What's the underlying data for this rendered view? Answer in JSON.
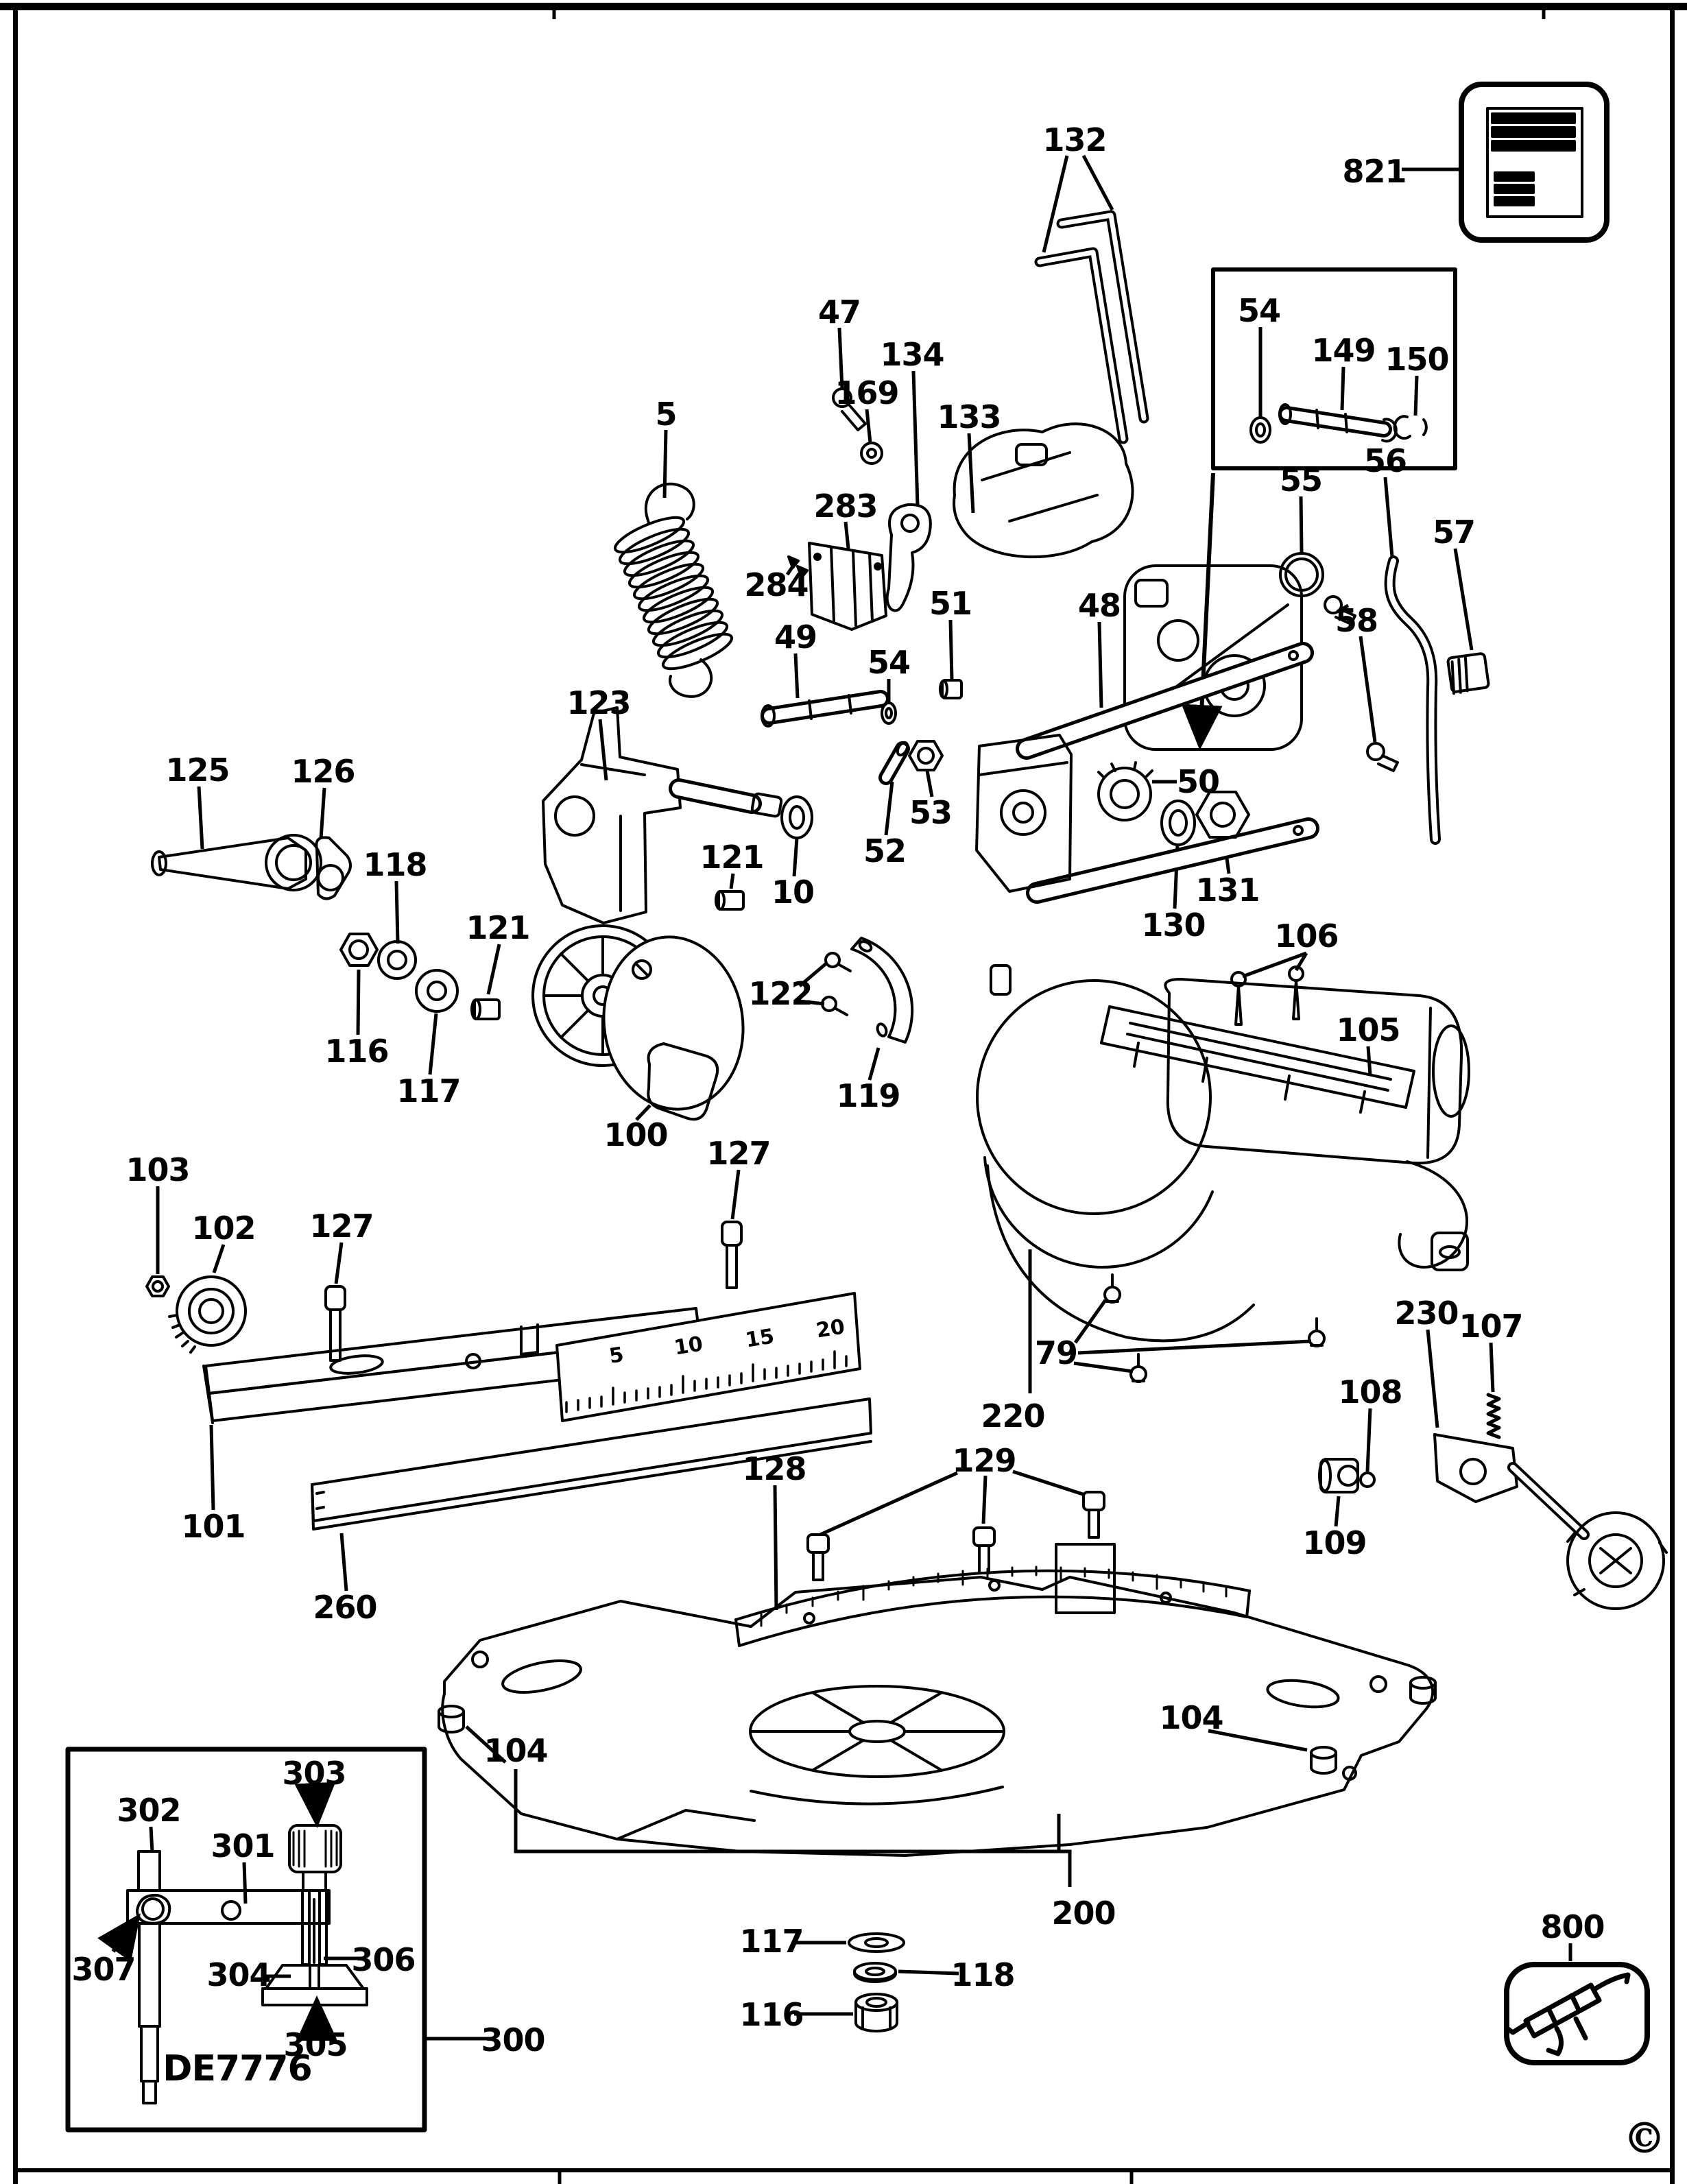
{
  "document": {
    "type": "exploded parts diagram",
    "inset_model_label": "DE7776",
    "copyright": "©",
    "colors": {
      "ink": "#000000",
      "paper": "#ffffff"
    }
  },
  "icons": {
    "part_821": "label-sticker-icon",
    "part_800": "caulk-gun-icon"
  },
  "scale": {
    "n5": "5",
    "n10": "10",
    "n15": "15",
    "n20": "20"
  },
  "copyright": "©",
  "callouts": [
    {
      "id": "5",
      "label": "5"
    },
    {
      "id": "47",
      "label": "47"
    },
    {
      "id": "169",
      "label": "169"
    },
    {
      "id": "134",
      "label": "134"
    },
    {
      "id": "133",
      "label": "133"
    },
    {
      "id": "132",
      "label": "132"
    },
    {
      "id": "821",
      "label": "821"
    },
    {
      "id": "54-box",
      "label": "54"
    },
    {
      "id": "149",
      "label": "149"
    },
    {
      "id": "150",
      "label": "150"
    },
    {
      "id": "283",
      "label": "283"
    },
    {
      "id": "284",
      "label": "284"
    },
    {
      "id": "49",
      "label": "49"
    },
    {
      "id": "54",
      "label": "54"
    },
    {
      "id": "51",
      "label": "51"
    },
    {
      "id": "48",
      "label": "48"
    },
    {
      "id": "55",
      "label": "55"
    },
    {
      "id": "56",
      "label": "56"
    },
    {
      "id": "57",
      "label": "57"
    },
    {
      "id": "58",
      "label": "58"
    },
    {
      "id": "50",
      "label": "50"
    },
    {
      "id": "52",
      "label": "52"
    },
    {
      "id": "53",
      "label": "53"
    },
    {
      "id": "10",
      "label": "10"
    },
    {
      "id": "121-mid",
      "label": "121"
    },
    {
      "id": "122",
      "label": "122"
    },
    {
      "id": "119",
      "label": "119"
    },
    {
      "id": "100",
      "label": "100"
    },
    {
      "id": "123",
      "label": "123"
    },
    {
      "id": "125",
      "label": "125"
    },
    {
      "id": "126",
      "label": "126"
    },
    {
      "id": "118-left",
      "label": "118"
    },
    {
      "id": "121-left",
      "label": "121"
    },
    {
      "id": "116-left",
      "label": "116"
    },
    {
      "id": "117-left",
      "label": "117"
    },
    {
      "id": "130",
      "label": "130"
    },
    {
      "id": "131",
      "label": "131"
    },
    {
      "id": "106",
      "label": "106"
    },
    {
      "id": "105",
      "label": "105"
    },
    {
      "id": "103",
      "label": "103"
    },
    {
      "id": "102",
      "label": "102"
    },
    {
      "id": "127-left",
      "label": "127"
    },
    {
      "id": "127-mid",
      "label": "127"
    },
    {
      "id": "101",
      "label": "101"
    },
    {
      "id": "260",
      "label": "260"
    },
    {
      "id": "79",
      "label": "79"
    },
    {
      "id": "220",
      "label": "220"
    },
    {
      "id": "108",
      "label": "108"
    },
    {
      "id": "230",
      "label": "230"
    },
    {
      "id": "107",
      "label": "107"
    },
    {
      "id": "109",
      "label": "109"
    },
    {
      "id": "128",
      "label": "128"
    },
    {
      "id": "129",
      "label": "129"
    },
    {
      "id": "104-left",
      "label": "104"
    },
    {
      "id": "104-right",
      "label": "104"
    },
    {
      "id": "200",
      "label": "200"
    },
    {
      "id": "117-bottom",
      "label": "117"
    },
    {
      "id": "118-bottom",
      "label": "118"
    },
    {
      "id": "116-bottom",
      "label": "116"
    },
    {
      "id": "300",
      "label": "300"
    },
    {
      "id": "302",
      "label": "302"
    },
    {
      "id": "301",
      "label": "301"
    },
    {
      "id": "303",
      "label": "303"
    },
    {
      "id": "307",
      "label": "307"
    },
    {
      "id": "304",
      "label": "304"
    },
    {
      "id": "306",
      "label": "306"
    },
    {
      "id": "305",
      "label": "305"
    },
    {
      "id": "DE7776",
      "label": "DE7776"
    },
    {
      "id": "800",
      "label": "800"
    }
  ]
}
